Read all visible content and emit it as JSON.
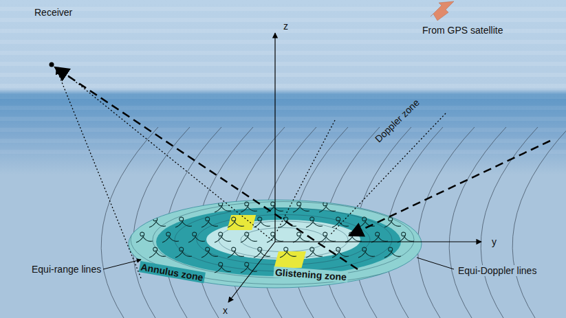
{
  "diagram": {
    "labels": [
      "Receiver",
      "z",
      "From GPS satellite",
      "Doppler zone",
      "y",
      "Annulus zone",
      "Glistening zone",
      "Equi-range lines",
      "x",
      "Equi-Doppler lines"
    ]
  }
}
